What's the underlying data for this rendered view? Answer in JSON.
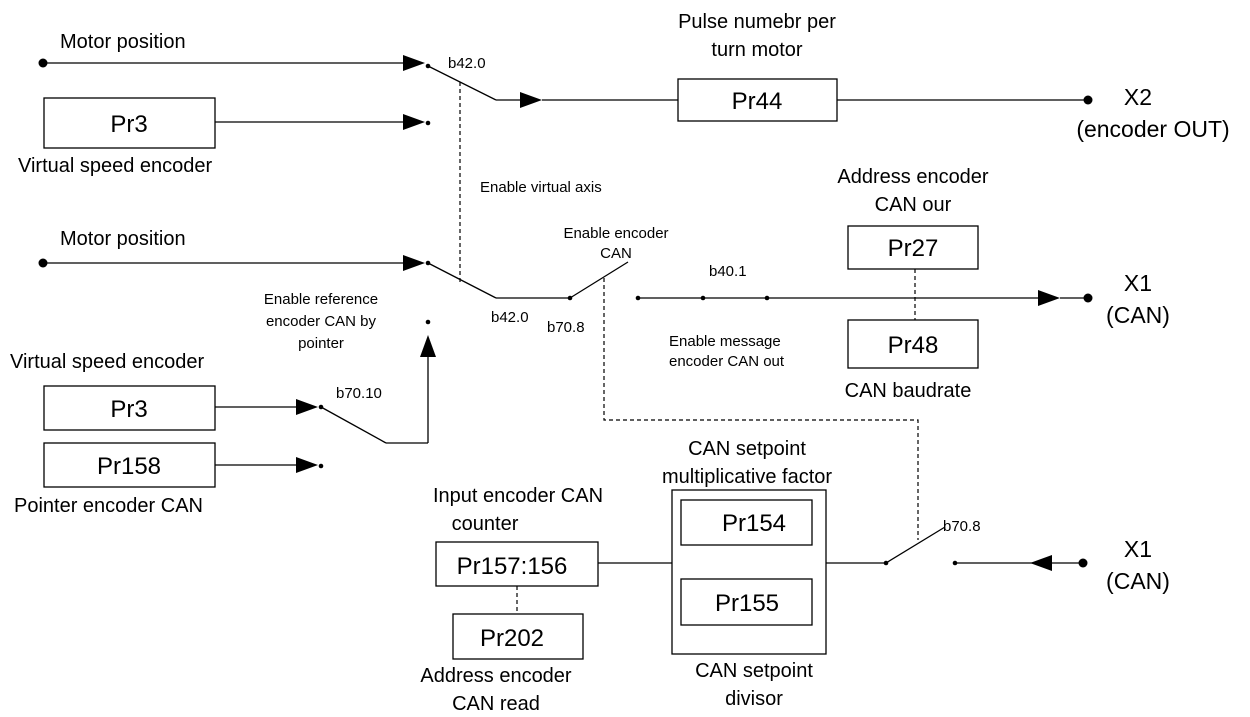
{
  "labels": {
    "motor_position_1": "Motor position",
    "motor_position_2": "Motor position",
    "virtual_speed_encoder_1": "Virtual speed encoder",
    "virtual_speed_encoder_2": "Virtual speed encoder",
    "pulse_number_line1": "Pulse numebr per",
    "pulse_number_line2": "turn motor",
    "x2_title": "X2",
    "x2_sub": "(encoder OUT)",
    "enable_virtual_axis": "Enable virtual axis",
    "address_encoder_out_line1": "Address encoder",
    "address_encoder_out_line2": "CAN our",
    "enable_encoder_can_line1": "Enable encoder",
    "enable_encoder_can_line2": "CAN",
    "x1_top_title": "X1",
    "x1_top_sub": "(CAN)",
    "enable_reference_line1": "Enable reference",
    "enable_reference_line2": "encoder CAN by",
    "enable_reference_line3": "pointer",
    "enable_message_line1": "Enable message",
    "enable_message_line2": "encoder CAN out",
    "can_baudrate": "CAN baudrate",
    "pointer_encoder_can": "Pointer encoder CAN",
    "can_setpoint_mult_line1": "CAN setpoint",
    "can_setpoint_mult_line2": "multiplicative factor",
    "input_encoder_line1": "Input encoder CAN",
    "input_encoder_line2": "counter",
    "x1_bottom_title": "X1",
    "x1_bottom_sub": "(CAN)",
    "can_setpoint_div_line1": "CAN setpoint",
    "can_setpoint_div_line2": "divisor",
    "address_encoder_read_line1": "Address encoder",
    "address_encoder_read_line2": "CAN read"
  },
  "bits": {
    "b42_0_top": "b42.0",
    "b42_0_mid": "b42.0",
    "b70_8_mid": "b70.8",
    "b40_1": "b40.1",
    "b70_10": "b70.10",
    "b70_8_bottom": "b70.8"
  },
  "params": {
    "pr3_top": "Pr3",
    "pr44": "Pr44",
    "pr27": "Pr27",
    "pr48": "Pr48",
    "pr3_bottom": "Pr3",
    "pr158": "Pr158",
    "pr154": "Pr154",
    "pr155": "Pr155",
    "pr157_156": "Pr157:156",
    "pr202": "Pr202"
  }
}
